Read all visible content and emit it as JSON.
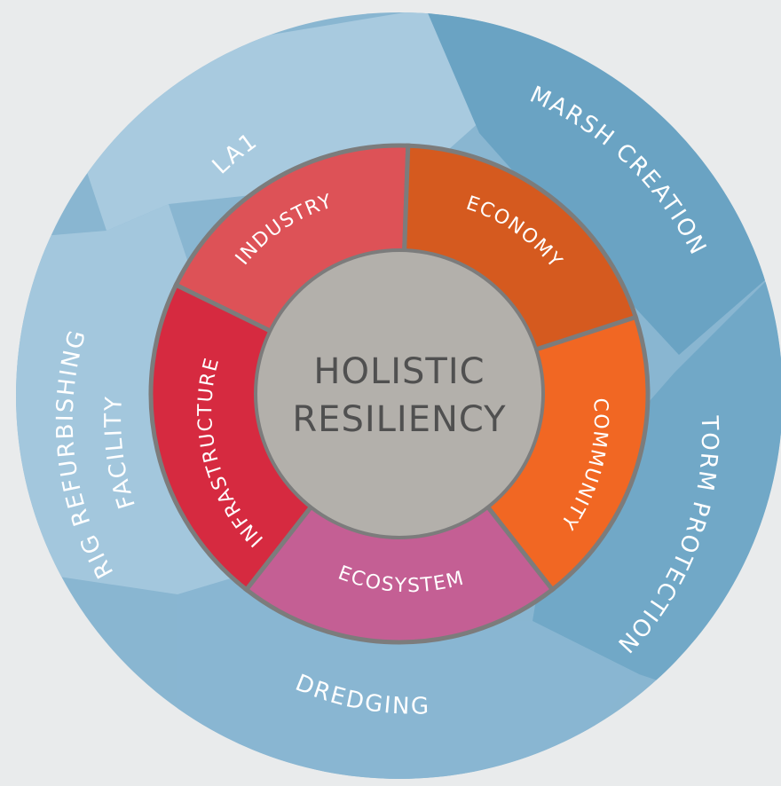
{
  "center": {
    "line1": "HOLISTIC",
    "line2": "RESILIENCY",
    "color": "#b3b0ab"
  },
  "inner_ring": [
    {
      "key": "industry",
      "label": "INDUSTRY",
      "color": "#dd5257"
    },
    {
      "key": "economy",
      "label": "ECONOMY",
      "color": "#d55a1f"
    },
    {
      "key": "community",
      "label": "COMMUNITY",
      "color": "#f16723"
    },
    {
      "key": "ecosystem",
      "label": "ECOSYSTEM",
      "color": "#c45f94"
    },
    {
      "key": "infrastructure",
      "label": "INFRASTRUCTURE",
      "color": "#d62a40"
    }
  ],
  "outer_ring": [
    {
      "key": "la1",
      "label": "LA1"
    },
    {
      "key": "marsh",
      "label": "MARSH CREATION"
    },
    {
      "key": "storm",
      "label": "STORM PROTECTION"
    },
    {
      "key": "dredging",
      "label": "DREDGING"
    },
    {
      "key": "rig1",
      "label": "RIG REFURBISHING"
    },
    {
      "key": "rig2",
      "label": "FACILITY"
    }
  ],
  "colors": {
    "outer_ring": "#89b6d1",
    "outer_light": "#a8cadf",
    "outer_dark": "#6aa3c3",
    "divider": "#7c7c7c",
    "background": "#e9ebec"
  }
}
